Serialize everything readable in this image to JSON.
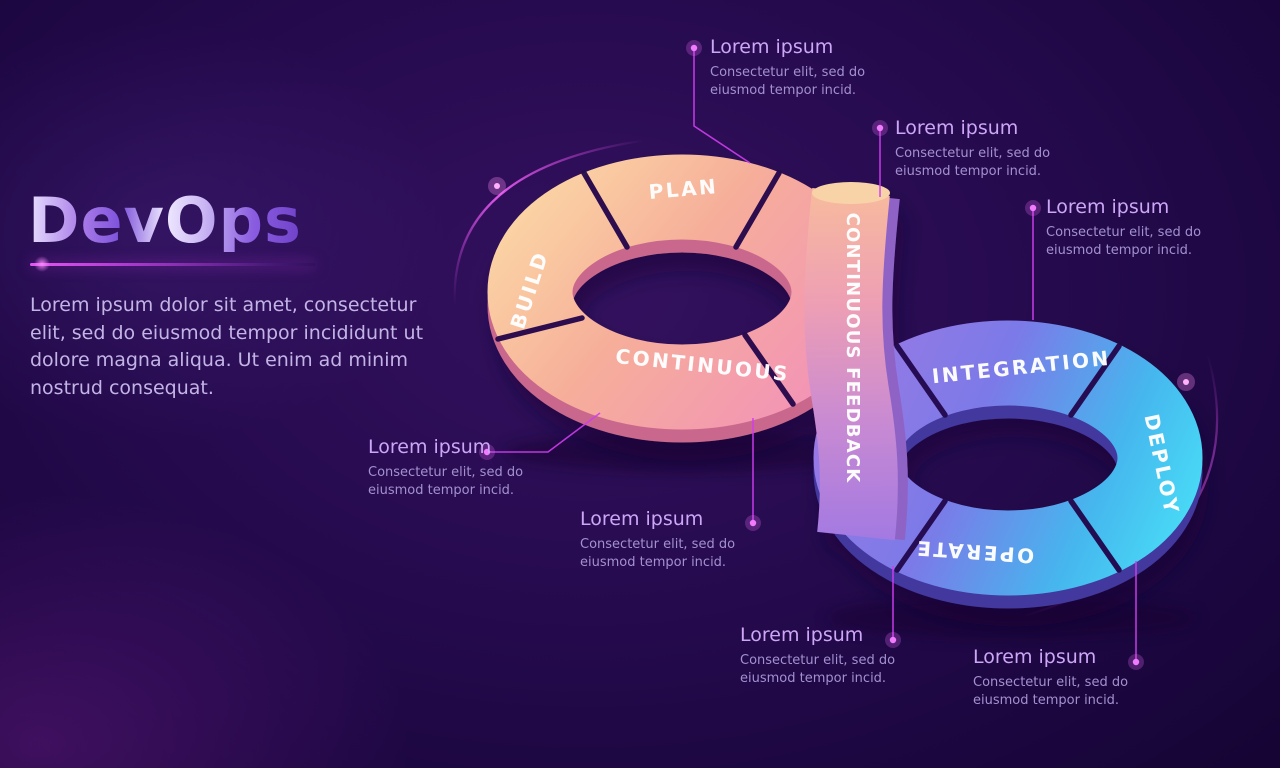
{
  "title": "DevOps",
  "description": "Lorem ipsum dolor sit amet, consectetur elit, sed do eiusmod tempor incididunt ut dolore magna aliqua. Ut enim ad minim nostrud consequat.",
  "loop": {
    "segments": {
      "build": "BUILD",
      "plan": "PLAN",
      "continuous": "CONTINUOUS",
      "continuous_feedback": "CONTINUOUS FEEDBACK",
      "integration": "INTEGRATION",
      "deploy": "DEPLOY",
      "operate": "OPERATE"
    }
  },
  "callouts": [
    {
      "heading": "Lorem ipsum",
      "line1": "Consectetur elit, sed do",
      "line2": "eiusmod tempor incid."
    },
    {
      "heading": "Lorem ipsum",
      "line1": "Consectetur elit, sed do",
      "line2": "eiusmod tempor incid."
    },
    {
      "heading": "Lorem ipsum",
      "line1": "Consectetur elit, sed do",
      "line2": "eiusmod tempor incid."
    },
    {
      "heading": "Lorem ipsum",
      "line1": "Consectetur elit, sed do",
      "line2": "eiusmod tempor incid."
    },
    {
      "heading": "Lorem ipsum",
      "line1": "Consectetur elit, sed do",
      "line2": "eiusmod tempor incid."
    },
    {
      "heading": "Lorem ipsum",
      "line1": "Consectetur elit, sed do",
      "line2": "eiusmod tempor incid."
    },
    {
      "heading": "Lorem ipsum",
      "line1": "Consectetur elit, sed do",
      "line2": "eiusmod tempor incid."
    }
  ],
  "colors": {
    "background_deep": "#150433",
    "background_mid": "#270b50",
    "accent_magenta": "#cf3df0",
    "left_loop_light": "#fcdba6",
    "left_loop_pink": "#f28fbc",
    "right_loop_purple": "#9b79e4",
    "right_loop_cyan": "#49e2f8",
    "callout_heading": "#cda6f7",
    "callout_body": "#a391cf",
    "segment_text": "#ffffff"
  }
}
